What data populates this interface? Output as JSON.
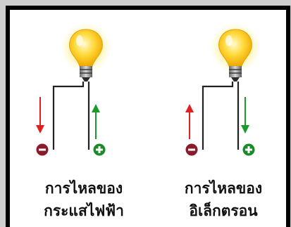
{
  "diagrams": [
    {
      "id": "current",
      "caption_line1": "การไหลของ",
      "caption_line2": "กระแสไฟฟ้า",
      "left_arrow": {
        "direction": "down",
        "color": "#e02020"
      },
      "right_arrow": {
        "direction": "up",
        "color": "#1a9a2a"
      },
      "left_terminal": {
        "sign": "negative",
        "color": "#8b1a2a"
      },
      "right_terminal": {
        "sign": "positive",
        "color": "#1a8a2a"
      }
    },
    {
      "id": "electron",
      "caption_line1": "การไหลของ",
      "caption_line2": "อิเล็กตรอน",
      "left_arrow": {
        "direction": "up",
        "color": "#e02020"
      },
      "right_arrow": {
        "direction": "down",
        "color": "#1a9a2a"
      },
      "left_terminal": {
        "sign": "negative",
        "color": "#8b1a2a"
      },
      "right_terminal": {
        "sign": "positive",
        "color": "#1a8a2a"
      }
    }
  ],
  "icons": {
    "bulb": "light-bulb-icon",
    "negative": "minus-terminal-icon",
    "positive": "plus-terminal-icon"
  }
}
